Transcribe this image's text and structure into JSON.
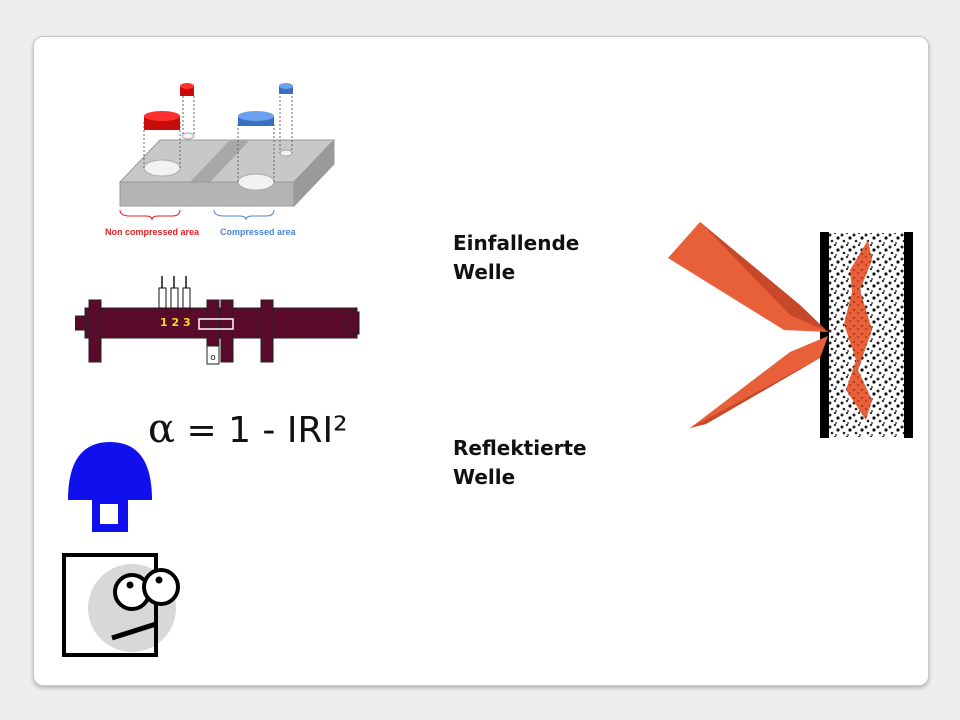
{
  "labels": {
    "incident": "Einfallende\nWelle",
    "reflected": "Reflektierte\nWelle"
  },
  "formula": {
    "symbol": "α",
    "expression": " = 1 - IRI²"
  },
  "compression_figure": {
    "non_compressed_label": "Non compressed area",
    "compressed_label": "Compressed area"
  },
  "tube_figure": {
    "mic_numbers": "1 2 3"
  },
  "colors": {
    "red_cylinder": "#e01818",
    "blue_cylinder": "#4a86d8",
    "tube": "#5a0a2a",
    "arrow": "#e8603a",
    "speaker": "#1010ee"
  },
  "icons": [
    "speaker-icon",
    "listener-face-icon",
    "impedance-tube-icon",
    "absorber-wall-icon"
  ]
}
